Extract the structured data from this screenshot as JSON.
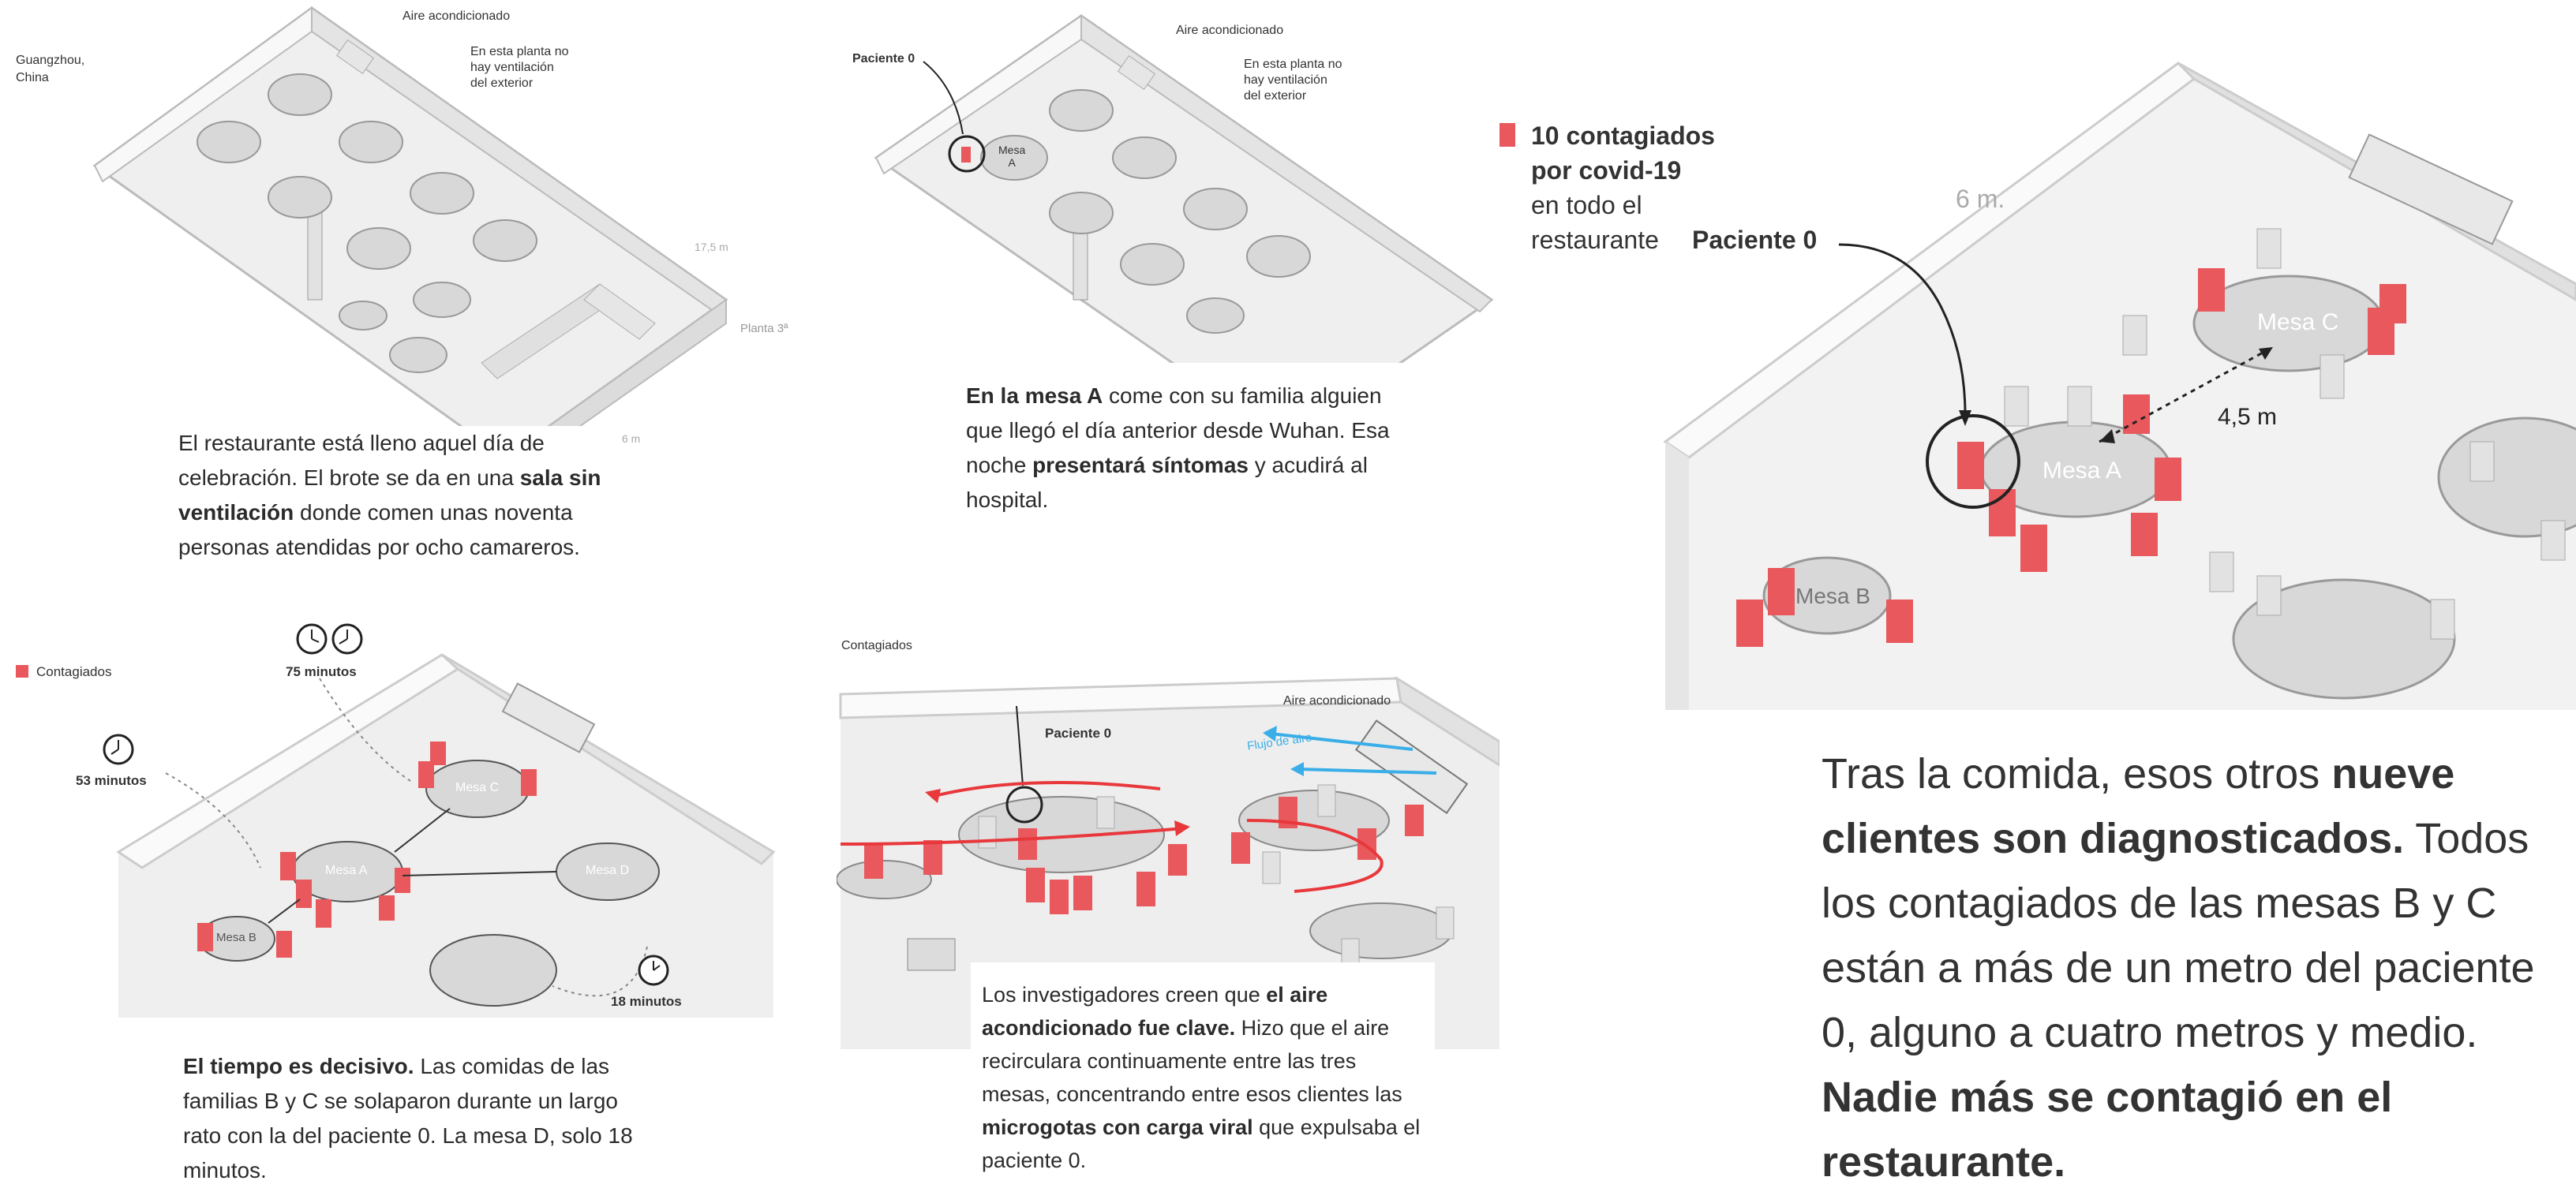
{
  "palette": {
    "infected": "#e8585c",
    "person": "#d9d9d9",
    "floor": "#ececec",
    "wall": "#f5f5f5",
    "airflow_red": "#e8383c",
    "airflow_blue": "#3aaee8"
  },
  "panel1": {
    "location": "Guangzhou,\nChina",
    "ac_label": "Aire acondicionado",
    "no_vent": "En esta planta no\nhay ventilación\ndel exterior",
    "dim_long": "17,5 m",
    "dim_short": "6 m",
    "floor_label": "Planta 3ª",
    "caption": {
      "t1": "El restaurante está lleno aquel día de celebración. El brote se da en una ",
      "b1": "sala sin ventilación",
      "t2": " donde comen unas noventa personas atendidas por ocho camareros."
    }
  },
  "panel2": {
    "patient_label": "Paciente 0",
    "ac_label": "Aire acondicionado",
    "no_vent": "En esta planta no\nhay ventilación\ndel exterior",
    "table_label": "Mesa\nA",
    "caption": {
      "b1": "En la mesa A",
      "t1": " come con su familia alguien que llegó el día anterior desde Wuhan. Esa noche ",
      "b2": "presentará síntomas",
      "t2": " y acudirá al hospital."
    }
  },
  "panel3": {
    "legend_line1": "10 contagiados",
    "legend_line2": "por covid-19",
    "legend_line3": "en todo el",
    "legend_line4": "restaurante",
    "patient_label": "Paciente 0",
    "dim_label": "6 m.",
    "distance_label": "4,5 m",
    "tables": {
      "a": "Mesa A",
      "b": "Mesa B",
      "c": "Mesa C"
    },
    "caption": {
      "t1": "Tras la comida, esos otros ",
      "b1": "nueve clientes son diagnosticados.",
      "t2": " Todos los contagiados de las mesas B y C están a más de un metro del paciente 0, alguno a cuatro metros y medio. ",
      "b2": "Nadie más se contagió en el restaurante."
    }
  },
  "panel4": {
    "legend": "Contagiados",
    "time_75": "75 minutos",
    "time_53": "53 minutos",
    "time_18": "18 minutos",
    "tables": {
      "a": "Mesa A",
      "b": "Mesa B",
      "c": "Mesa C",
      "d": "Mesa D"
    },
    "caption": {
      "b1": "El tiempo es decisivo.",
      "t1": " Las comidas de las familias B y C se solaparon durante un largo rato con la del paciente 0. La mesa D, solo 18 minutos."
    }
  },
  "panel5": {
    "legend": "Contagiados",
    "ac_label": "Aire acondicionado",
    "patient_label": "Paciente 0",
    "flow_label": "Flujo de aire",
    "caption": {
      "t1": "Los investigadores creen que ",
      "b1": "el aire acondicionado fue clave.",
      "t2": " Hizo que el aire recirculara continuamente entre las tres mesas, concentrando entre esos clientes las ",
      "b2": "microgotas con carga viral",
      "t2b": " que expulsaba el paciente 0."
    }
  }
}
